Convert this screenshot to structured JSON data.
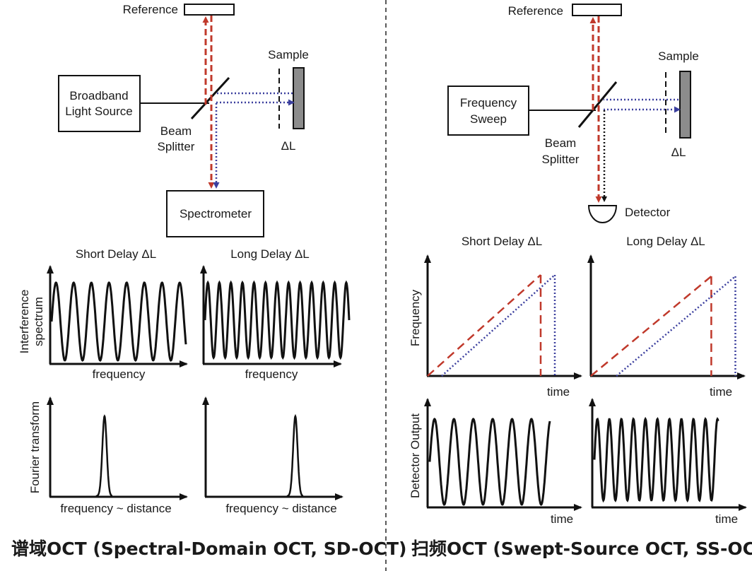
{
  "colors": {
    "reference_path": "#c0392b",
    "sample_path": "#3b3f9e",
    "detector_path": "#111111",
    "sample_fill": "#8c8c8c",
    "ink": "#111111",
    "divider": "#222222"
  },
  "left_panel": {
    "title": "谱域OCT (Spectral-Domain OCT, SD-OCT)",
    "reference_label": "Reference",
    "sample_label": "Sample",
    "source_label_line1": "Broadband",
    "source_label_line2": "Light Source",
    "splitter_label_line1": "Beam",
    "splitter_label_line2": "Splitter",
    "delta_label": "ΔL",
    "detector_label": "Spectrometer",
    "short_heading": "Short Delay ΔL",
    "long_heading": "Long Delay ΔL",
    "top_plot_ylabel_line1": "Interference",
    "top_plot_ylabel_line2": "spectrum",
    "top_plot_xlabel": "frequency",
    "bottom_plot_ylabel": "Fourier transform",
    "bottom_plot_xlabel": "frequency ~ distance"
  },
  "right_panel": {
    "title": "扫频OCT (Swept-Source OCT, SS-OCT)",
    "reference_label": "Reference",
    "sample_label": "Sample",
    "source_label_line1": "Frequency",
    "source_label_line2": "Sweep",
    "splitter_label_line1": "Beam",
    "splitter_label_line2": "Splitter",
    "delta_label": "ΔL",
    "detector_label": "Detector",
    "short_heading": "Short Delay ΔL",
    "long_heading": "Long Delay ΔL",
    "top_plot_ylabel": "Frequency",
    "top_plot_xlabel": "time",
    "bottom_plot_ylabel": "Detector Output",
    "bottom_plot_xlabel": "time"
  },
  "chart_data": [
    {
      "type": "line",
      "name": "sd-short-interference",
      "title": "Short Delay ΔL",
      "xlabel": "frequency",
      "ylabel": "Interference spectrum",
      "function": "sinusoid",
      "cycles": 7.6
    },
    {
      "type": "line",
      "name": "sd-long-interference",
      "title": "Long Delay ΔL",
      "xlabel": "frequency",
      "ylabel": "Interference spectrum",
      "function": "sinusoid",
      "cycles": 12.5
    },
    {
      "type": "line",
      "name": "sd-short-fourier",
      "xlabel": "frequency ~ distance",
      "ylabel": "Fourier transform",
      "function": "peak",
      "peak_position": 0.33
    },
    {
      "type": "line",
      "name": "sd-long-fourier",
      "xlabel": "frequency ~ distance",
      "ylabel": "Fourier transform",
      "function": "peak",
      "peak_position": 0.55
    },
    {
      "type": "line",
      "name": "ss-short-sweep",
      "title": "Short Delay ΔL",
      "xlabel": "time",
      "ylabel": "Frequency",
      "series": [
        {
          "name": "reference",
          "style": "dashed",
          "start": 0.0,
          "end": 0.8
        },
        {
          "name": "sample",
          "style": "dotted",
          "start": 0.1,
          "end": 0.9
        }
      ]
    },
    {
      "type": "line",
      "name": "ss-long-sweep",
      "title": "Long Delay ΔL",
      "xlabel": "time",
      "ylabel": "Frequency",
      "series": [
        {
          "name": "reference",
          "style": "dashed",
          "start": 0.0,
          "end": 0.8
        },
        {
          "name": "sample",
          "style": "dotted",
          "start": 0.17,
          "end": 0.96
        }
      ]
    },
    {
      "type": "line",
      "name": "ss-short-detector",
      "xlabel": "time",
      "ylabel": "Detector Output",
      "function": "sinusoid",
      "cycles": 6.2
    },
    {
      "type": "line",
      "name": "ss-long-detector",
      "xlabel": "time",
      "ylabel": "Detector Output",
      "function": "sinusoid",
      "cycles": 10.3
    }
  ]
}
